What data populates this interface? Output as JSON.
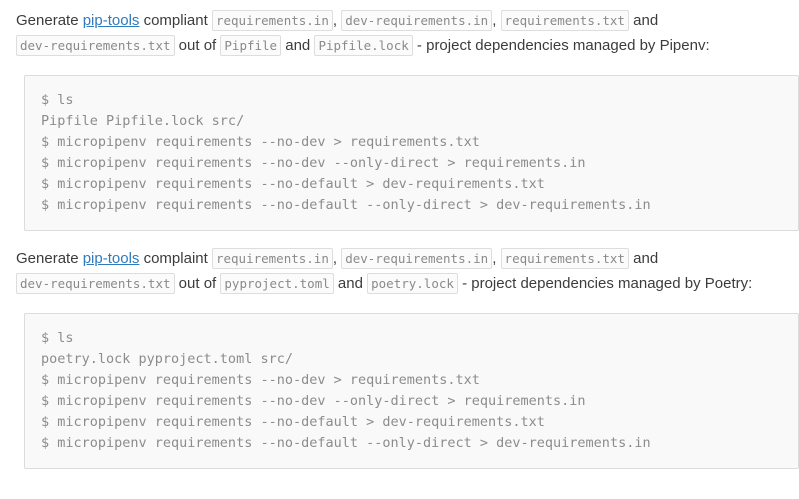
{
  "sections": [
    {
      "id": "pipenv",
      "paragraph": {
        "lead": "Generate ",
        "link_label": "pip-tools",
        "after_link": " compliant ",
        "code_tokens": [
          "requirements.in",
          "dev-requirements.in",
          "requirements.txt",
          "dev-requirements.txt"
        ],
        "sep_comma": ", ",
        "sep_and": " and ",
        "mid": " out of ",
        "source_tokens": [
          "Pipfile",
          "Pipfile.lock"
        ],
        "tail": " - project dependencies managed by Pipenv:"
      },
      "code_block": {
        "lines": [
          "$ ls",
          "Pipfile Pipfile.lock src/",
          "$ micropipenv requirements --no-dev > requirements.txt",
          "$ micropipenv requirements --no-dev --only-direct > requirements.in",
          "$ micropipenv requirements --no-default > dev-requirements.txt",
          "$ micropipenv requirements --no-default --only-direct > dev-requirements.in"
        ]
      }
    },
    {
      "id": "poetry",
      "paragraph": {
        "lead": "Generate ",
        "link_label": "pip-tools",
        "after_link": " complaint ",
        "code_tokens": [
          "requirements.in",
          "dev-requirements.in",
          "requirements.txt",
          "dev-requirements.txt"
        ],
        "sep_comma": ", ",
        "sep_and": " and ",
        "mid": " out of ",
        "source_tokens": [
          "pyproject.toml",
          "poetry.lock"
        ],
        "tail": " - project dependencies managed by Poetry:"
      },
      "code_block": {
        "lines": [
          "$ ls",
          "poetry.lock pyproject.toml src/",
          "$ micropipenv requirements --no-dev > requirements.txt",
          "$ micropipenv requirements --no-dev --only-direct > requirements.in",
          "$ micropipenv requirements --no-default > dev-requirements.txt",
          "$ micropipenv requirements --no-default --only-direct > dev-requirements.in"
        ]
      }
    }
  ],
  "colors": {
    "text": "#3c3c3c",
    "link": "#2f7bbf",
    "code_text": "#8c8c8c",
    "code_bg": "#f9f9f9",
    "code_border": "#dcdcdc",
    "inline_code_bg": "#fbfbfb",
    "inline_code_border": "#dddddd"
  }
}
